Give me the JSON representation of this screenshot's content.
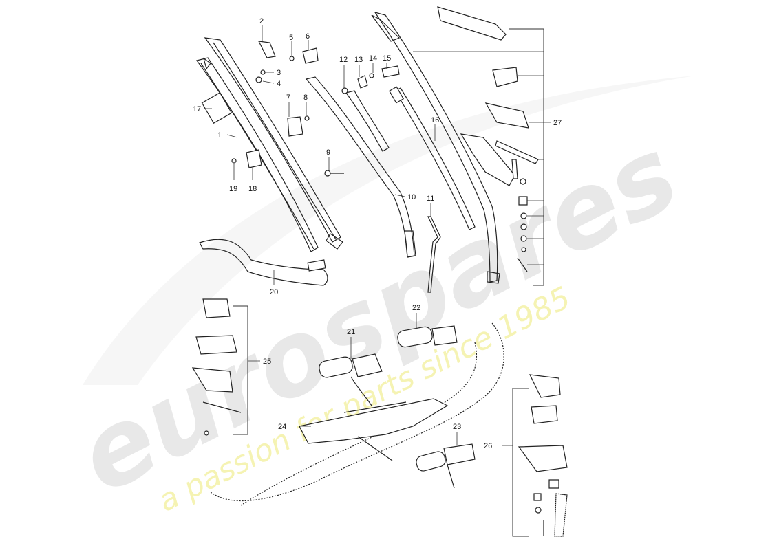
{
  "watermark": {
    "brand": "eurospares",
    "tagline": "a passion for parts since 1985",
    "brand_color": "#d9d9d9",
    "tagline_color": "#f2ef9a"
  },
  "callouts": {
    "c1": "1",
    "c2": "2",
    "c3": "3",
    "c4": "4",
    "c5": "5",
    "c6": "6",
    "c7": "7",
    "c8": "8",
    "c9": "9",
    "c10": "10",
    "c11": "11",
    "c12": "12",
    "c13": "13",
    "c14": "14",
    "c15": "15",
    "c16": "16",
    "c17": "17",
    "c18": "18",
    "c19": "19",
    "c20": "20",
    "c21": "21",
    "c22": "22",
    "c23": "23",
    "c24": "24",
    "c25": "25",
    "c26": "26",
    "c27": "27"
  }
}
